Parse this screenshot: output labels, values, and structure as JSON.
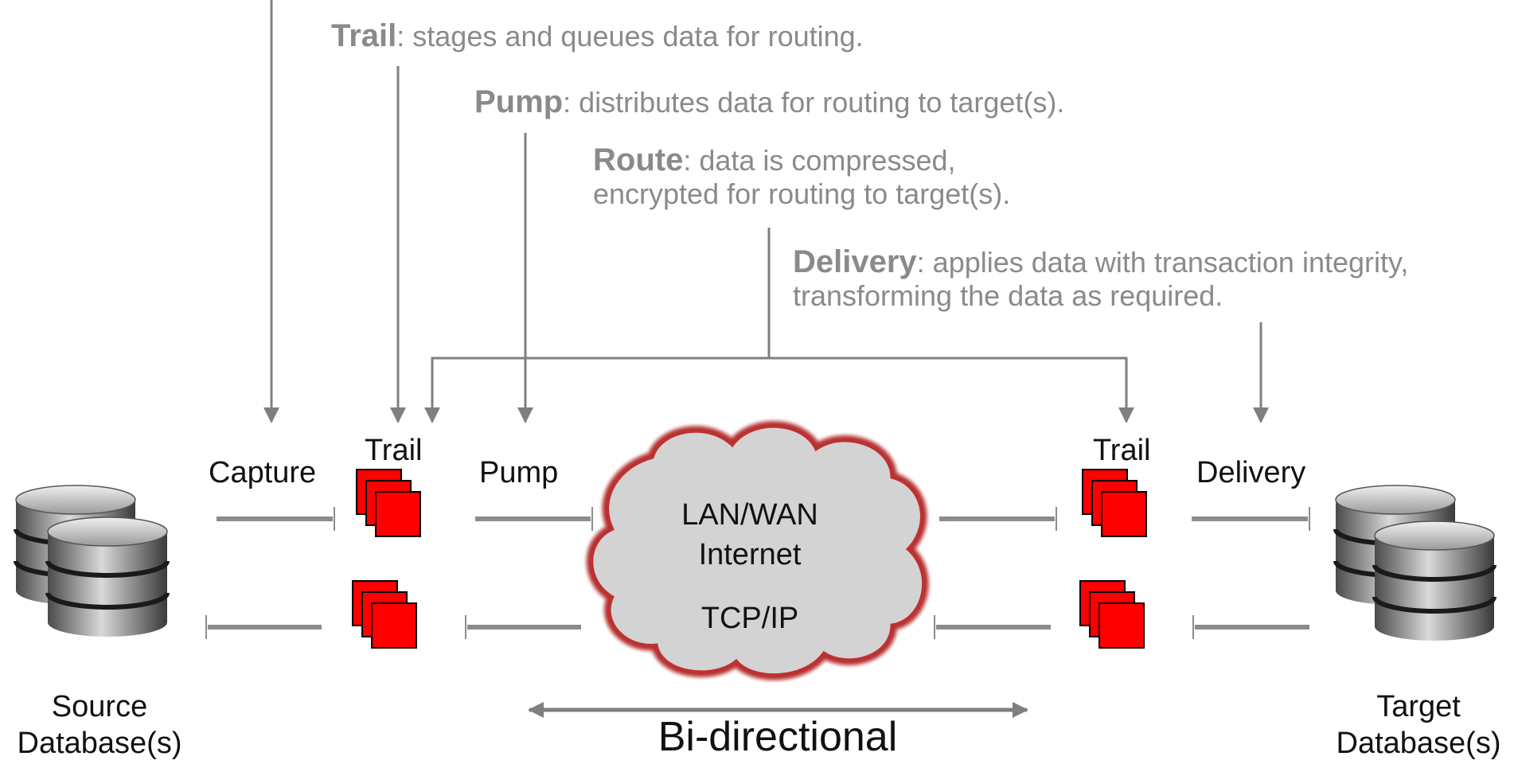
{
  "descriptions": {
    "trail": {
      "term": "Trail",
      "text": ": stages and queues data for routing."
    },
    "pump": {
      "term": "Pump",
      "text": ": distributes data for routing to target(s)."
    },
    "route": {
      "term": "Route",
      "text": ": data is compressed,",
      "line2": "encrypted for routing to target(s)."
    },
    "delivery": {
      "term": "Delivery",
      "text": ": applies data with transaction integrity,",
      "line2": "transforming the data as required."
    }
  },
  "labels": {
    "capture": "Capture",
    "trail_source": "Trail",
    "pump": "Pump",
    "trail_target": "Trail",
    "delivery": "Delivery",
    "network": [
      "LAN/WAN",
      "Internet",
      "TCP/IP"
    ],
    "source_db": [
      "Source",
      "Database(s)"
    ],
    "target_db": [
      "Target",
      "Database(s)"
    ],
    "bidirectional": "Bi-directional"
  },
  "icons": {
    "source_database": "database-stack-icon",
    "target_database": "database-stack-icon",
    "trail_files": "trail-file-stack-icon",
    "network": "cloud-icon"
  },
  "colors": {
    "trail": "#ff0000",
    "arrows": "#7f7f7f",
    "descriptions": "#8a8a8a",
    "cloud_fill": "#d3d3d3",
    "cloud_border": "#b01818"
  }
}
